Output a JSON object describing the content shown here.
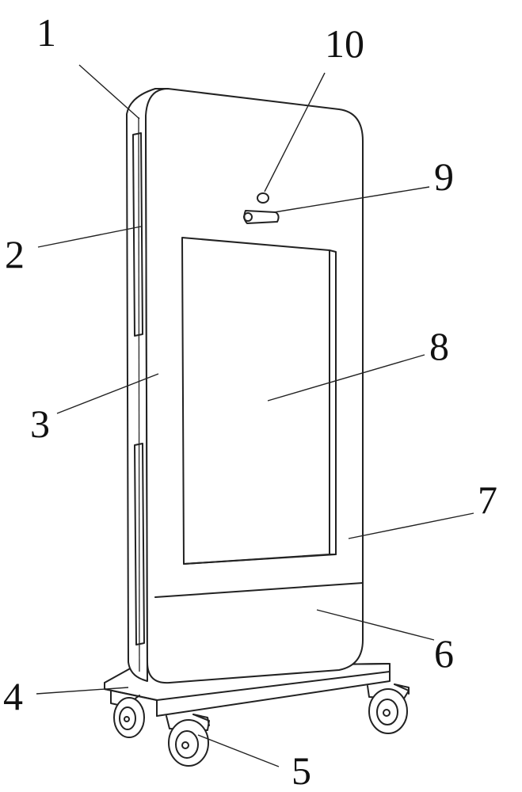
{
  "labels": {
    "l1": "1",
    "l2": "2",
    "l3": "3",
    "l4": "4",
    "l5": "5",
    "l6": "6",
    "l7": "7",
    "l8": "8",
    "l9": "9",
    "l10": "10"
  },
  "colors": {
    "line": "#222222",
    "background": "#ffffff"
  }
}
